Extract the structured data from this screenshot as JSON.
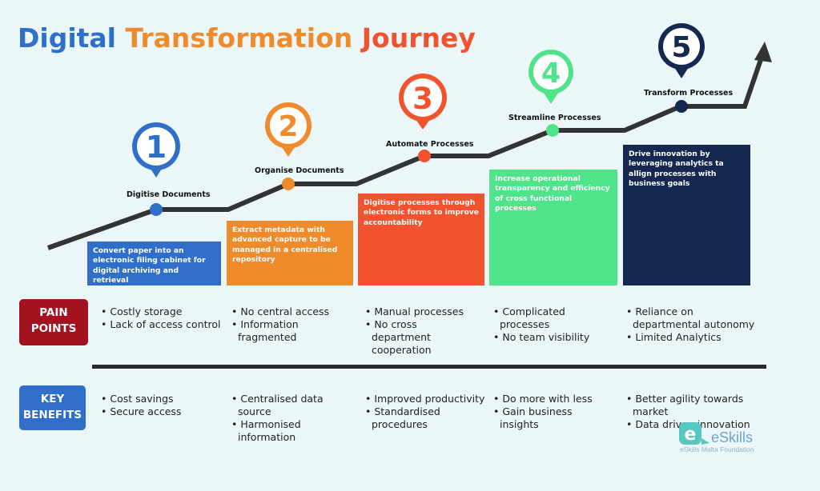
{
  "title": {
    "part1": "Digital",
    "part2": "Transformation",
    "part3": "Journey"
  },
  "colors": {
    "blue": "#2f6fc9",
    "orange": "#f08b2c",
    "red": "#f0532e",
    "green": "#4fe38a",
    "navy": "#15284f",
    "maroon": "#a3121f",
    "path": "#333333"
  },
  "stages": [
    {
      "number": "1",
      "label": "Digitise Documents",
      "desc": "Convert paper into an electronic filing cabinet for digital archiving and retrieval"
    },
    {
      "number": "2",
      "label": "Organise Documents",
      "desc": "Extract metadata with advanced capture to be managed in a centralised repository"
    },
    {
      "number": "3",
      "label": "Automate Processes",
      "desc": "Digitise processes through electronic forms to improve accountability"
    },
    {
      "number": "4",
      "label": "Streamline Processes",
      "desc": "Increase operational transparency and efficiency of cross functional processes"
    },
    {
      "number": "5",
      "label": "Transform Processes",
      "desc": "Drive innovation by leveraging analytics ta allign processes with business goals"
    }
  ],
  "pain_points": {
    "label_line1": "PAIN",
    "label_line2": "POINTS",
    "columns": [
      [
        "• Costly storage",
        "• Lack of access control"
      ],
      [
        "• No central access",
        "• Information fragmented"
      ],
      [
        "• Manual processes",
        "• No cross department cooperation"
      ],
      [
        "• Complicated processes",
        "• No team visibility"
      ],
      [
        "• Reliance on departmental autonomy",
        "• Limited Analytics"
      ]
    ]
  },
  "key_benefits": {
    "label_line1": "KEY",
    "label_line2": "BENEFITS",
    "columns": [
      [
        "• Cost savings",
        "• Secure access"
      ],
      [
        "• Centralised data source",
        "• Harmonised information"
      ],
      [
        "• Improved productivity",
        "• Standardised procedures"
      ],
      [
        "• Do more with less",
        "• Gain business insights"
      ],
      [
        "• Better agility towards market",
        "• Data driven innovation"
      ]
    ]
  },
  "logo": {
    "name": "eSkills",
    "subtitle": "eSkills Malta Foundation",
    "glyph": "e"
  }
}
